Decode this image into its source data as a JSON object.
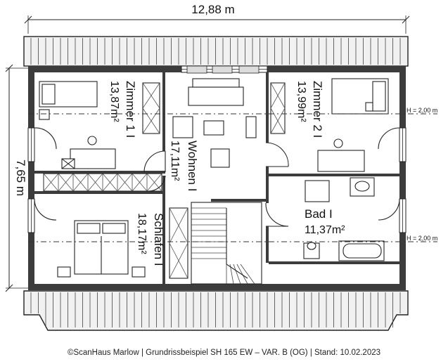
{
  "overall": {
    "width_label": "12,88 m",
    "depth_label": "7,65 m"
  },
  "rooms": [
    {
      "id": "zimmer1",
      "name": "Zimmer 1 I",
      "area": "13,87m²"
    },
    {
      "id": "zimmer2",
      "name": "Zimmer 2 I",
      "area": "13,99m²"
    },
    {
      "id": "wohnen",
      "name": "Wohnen I",
      "area": "17,11m²"
    },
    {
      "id": "schlafen",
      "name": "Schlafen I",
      "area": "18,17m²"
    },
    {
      "id": "bad",
      "name": "Bad I",
      "area": "11,37m²"
    }
  ],
  "height_notes": {
    "upper": "H = 2,00 m",
    "lower": "H = 2,00 m"
  },
  "footer": "©ScanHaus Marlow | Grundrissbeispiel SH 165 EW – VAR. B (OG) | Stand: 10.02.2023"
}
